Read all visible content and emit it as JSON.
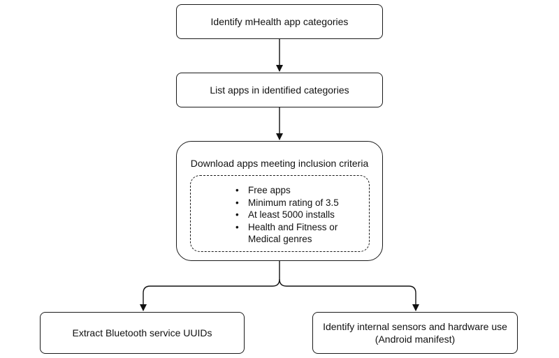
{
  "steps": {
    "identify_categories": "Identify mHealth app categories",
    "list_apps": "List apps in identified categories",
    "download_apps": "Download apps meeting inclusion criteria",
    "criteria": [
      "Free apps",
      "Minimum rating of 3.5",
      "At least 5000 installs",
      "Health and Fitness or Medical genres"
    ],
    "extract_uuids": "Extract Bluetooth service UUIDs",
    "identify_sensors_line1": "Identify internal sensors and hardware use",
    "identify_sensors_line2": "(Android manifest)"
  }
}
